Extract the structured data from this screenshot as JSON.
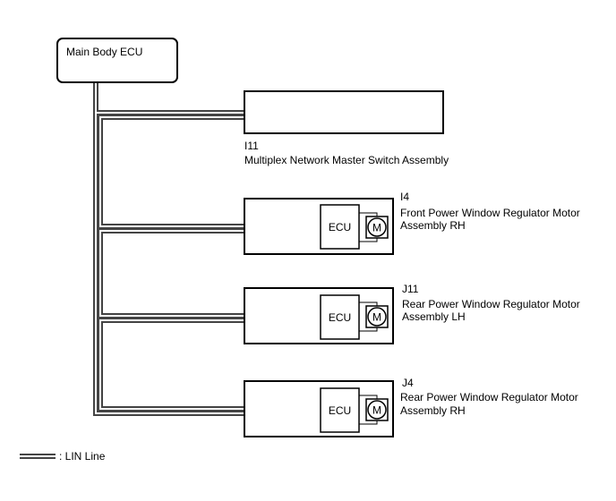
{
  "main_ecu": {
    "label": "Main Body ECU"
  },
  "components": [
    {
      "code": "I11",
      "name_line1": "Multiplex Network Master Switch Assembly",
      "name_line2": ""
    },
    {
      "code": "I4",
      "name_line1": "Front Power Window Regulator Motor",
      "name_line2": "Assembly RH",
      "ecu_label": "ECU",
      "motor_label": "M"
    },
    {
      "code": "J11",
      "name_line1": "Rear Power Window Regulator Motor",
      "name_line2": "Assembly LH",
      "ecu_label": "ECU",
      "motor_label": "M"
    },
    {
      "code": "J4",
      "name_line1": "Rear Power Window Regulator Motor",
      "name_line2": "Assembly RH",
      "ecu_label": "ECU",
      "motor_label": "M"
    }
  ],
  "legend": {
    "label": ": LIN Line"
  },
  "colors": {
    "line": "#000000",
    "wire_fill": "#ffffff"
  }
}
